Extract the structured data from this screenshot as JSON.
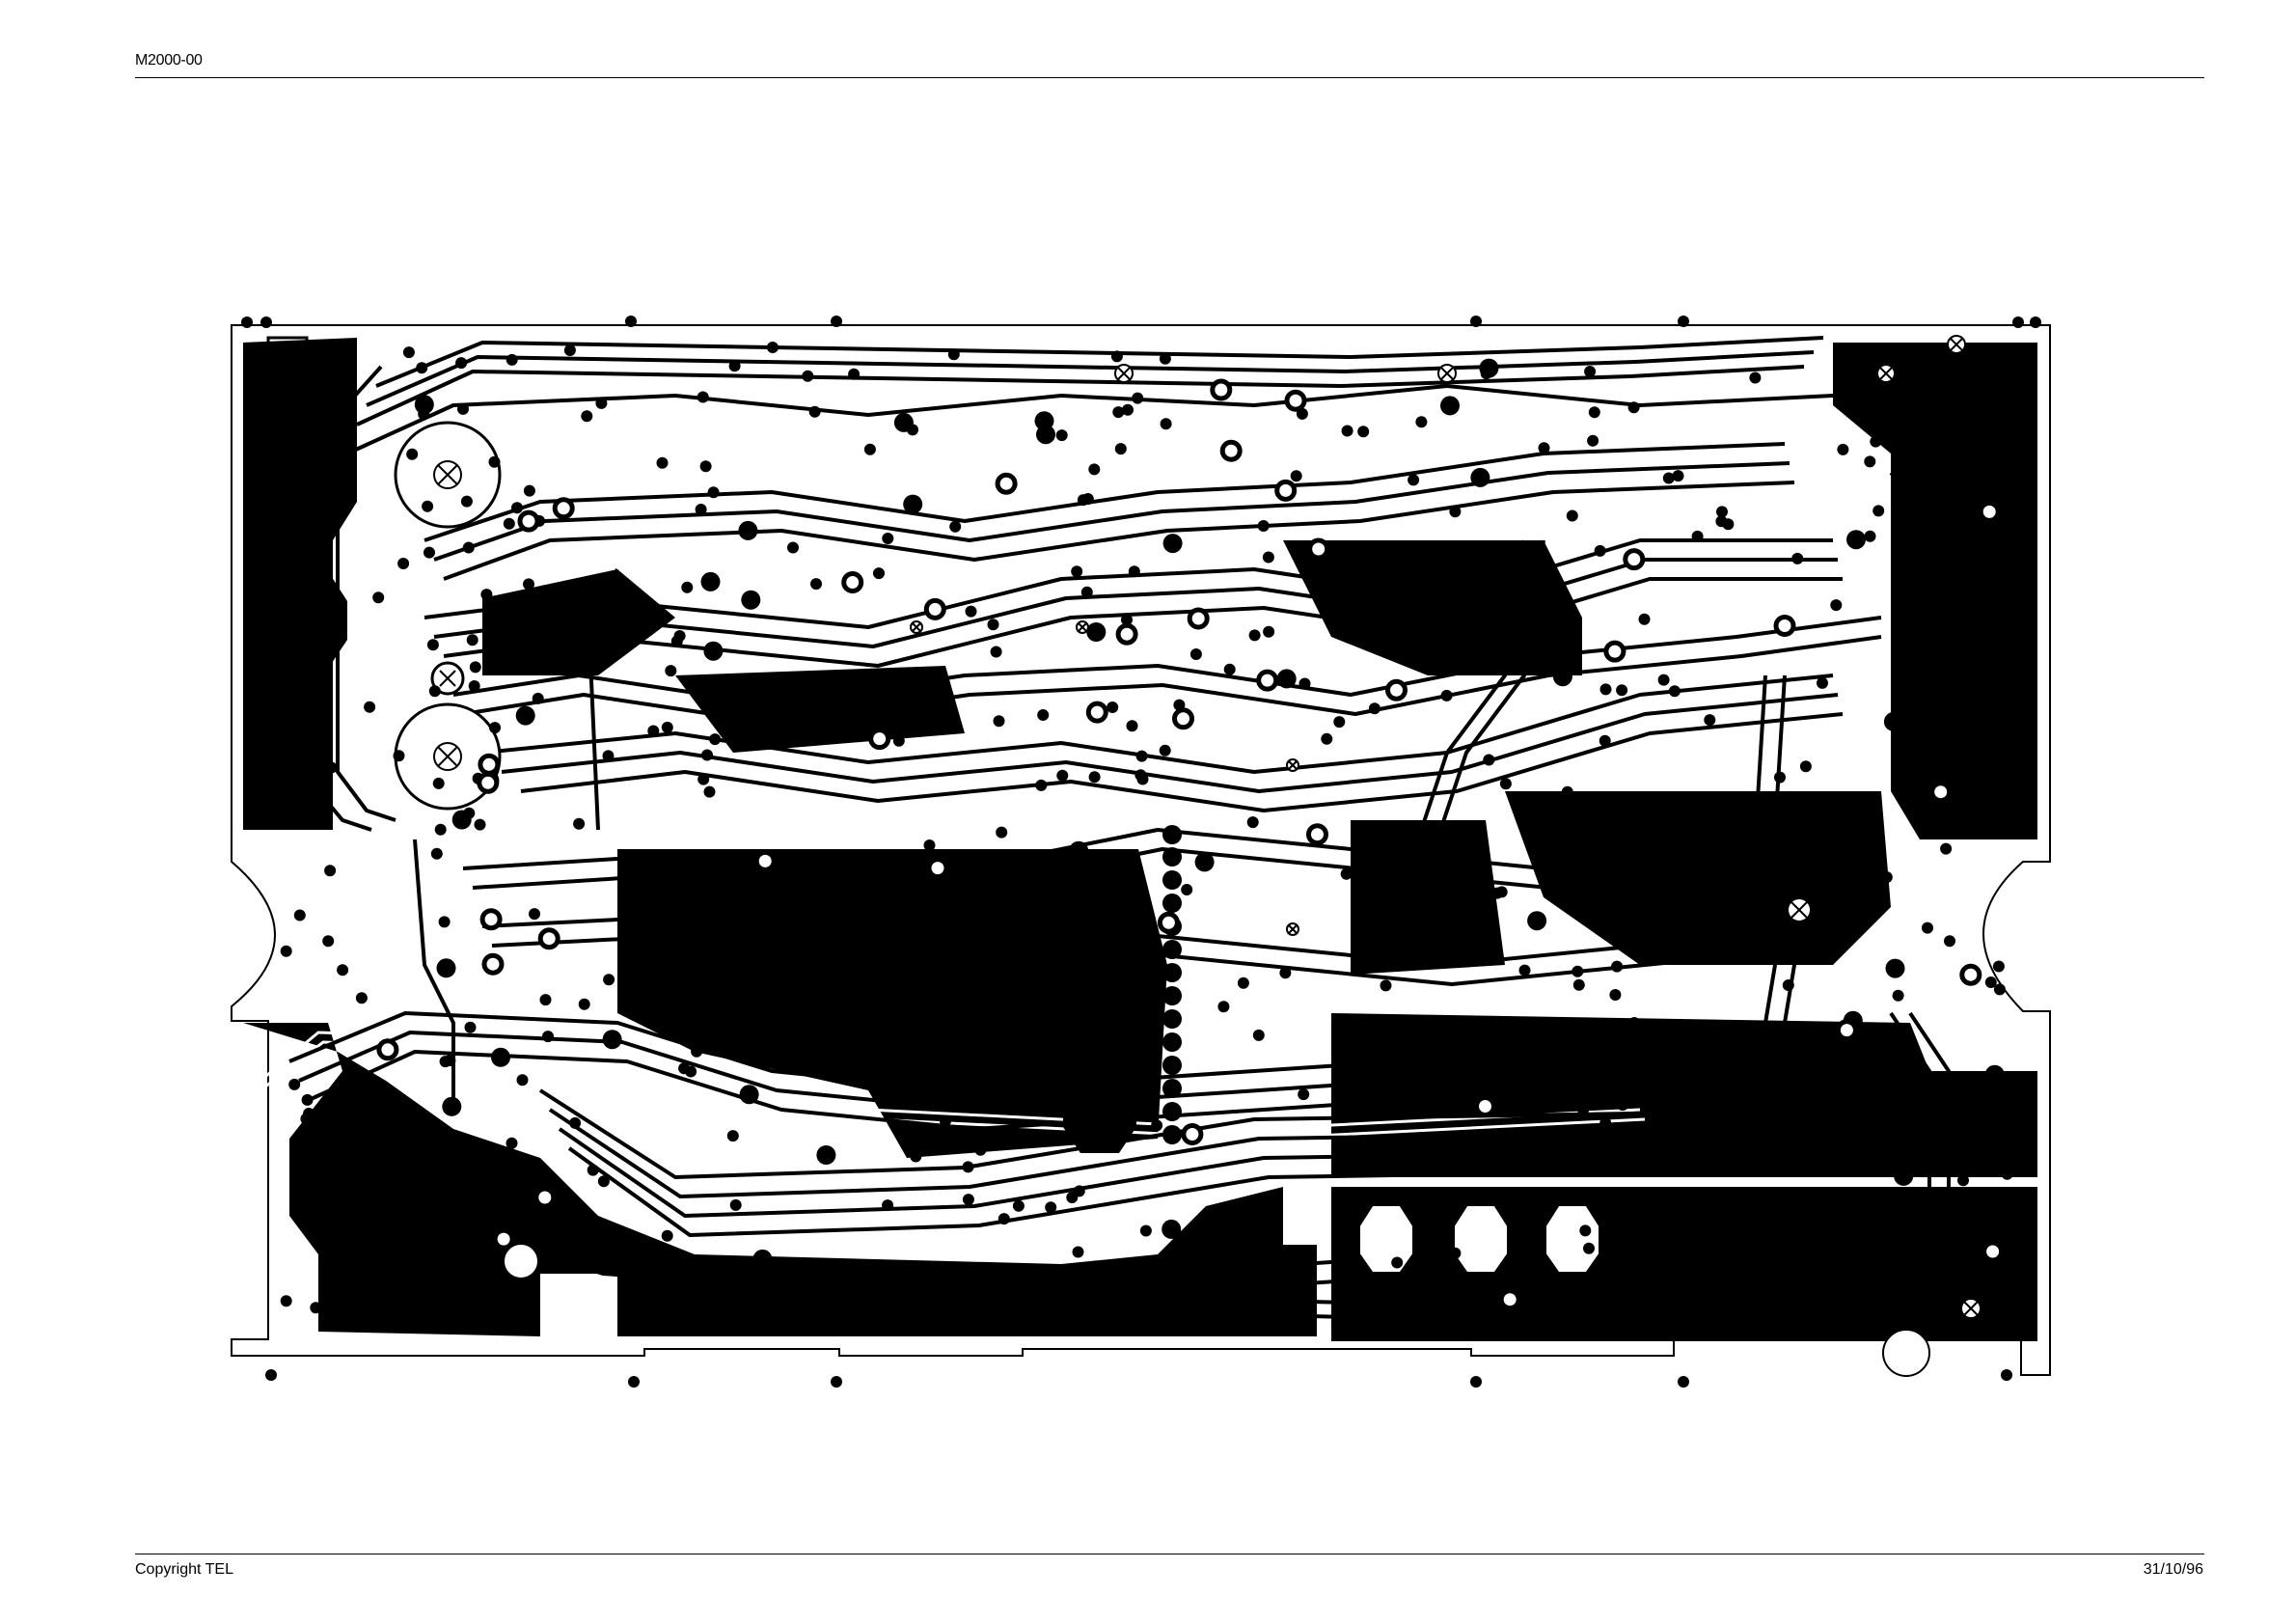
{
  "header": {
    "document_code": "M2000-00"
  },
  "footer": {
    "copyright": "Copyright TEL",
    "date": "31/10/96"
  },
  "colors": {
    "ink": "#000000",
    "paper": "#ffffff"
  },
  "drawing": {
    "subject-icon": "pcb-copper-layout-icon"
  }
}
